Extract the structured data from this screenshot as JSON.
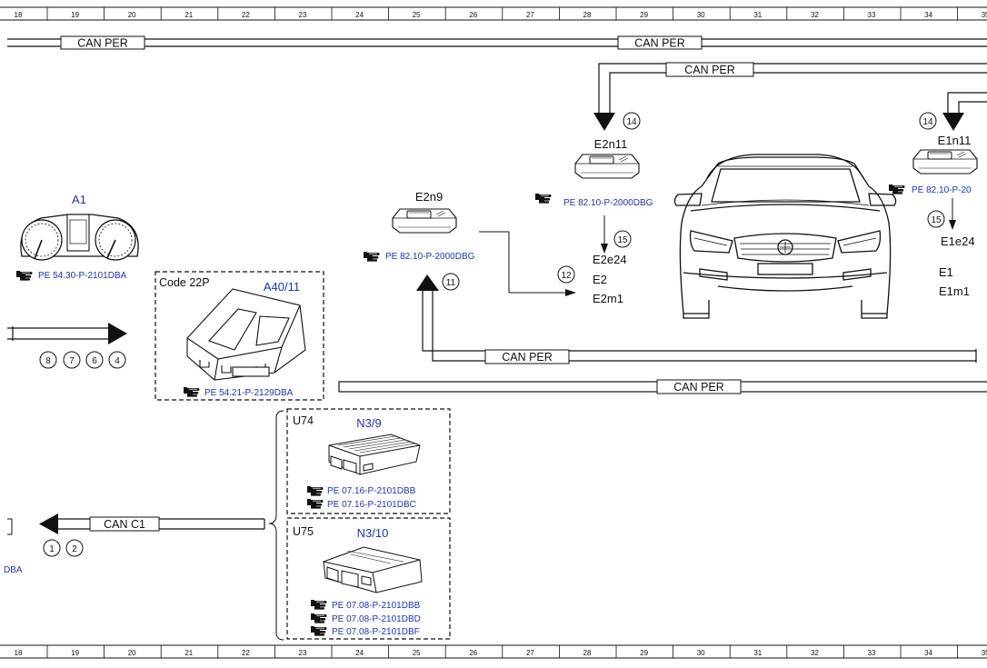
{
  "ruler": {
    "columns": [
      "18",
      "19",
      "20",
      "21",
      "22",
      "23",
      "24",
      "25",
      "26",
      "27",
      "28",
      "29",
      "30",
      "31",
      "32",
      "33",
      "34",
      "35"
    ],
    "top_extra": "3"
  },
  "bus_labels": {
    "can_per_top_left": "CAN PER",
    "can_per_top_mid": "CAN PER",
    "can_per_upper_right": "CAN PER",
    "can_per_mid": "CAN PER",
    "can_per_lower": "CAN PER",
    "can_c1": "CAN C1"
  },
  "instrument_cluster": {
    "code": "A1",
    "ref": "PE 54.30-P-2101DBA",
    "circles": [
      "8",
      "7",
      "6",
      "4"
    ]
  },
  "code22p_box": {
    "label": "Code 22P",
    "code": "A40/11",
    "ref": "PE 54.21-P-2129DBA"
  },
  "e2n9": {
    "code": "E2n9",
    "ref": "PE 82.10-P-2000DBG",
    "circle": "11",
    "out_circle": "12",
    "outputs": [
      "E2",
      "E2m1"
    ]
  },
  "e2n11": {
    "code": "E2n11",
    "ref": "PE 82.10-P-2000DBG",
    "circle": "14",
    "out_circle": "15",
    "output": "E2e24"
  },
  "e1n11": {
    "code": "E1n11",
    "ref": "PE 82.10-P-20",
    "circle": "14",
    "out_circle": "15",
    "output": "E1e24",
    "outputs": [
      "E1",
      "E1m1"
    ]
  },
  "n3_9": {
    "variant": "U74",
    "code": "N3/9",
    "refs": [
      "PE 07.16-P-2101DBB",
      "PE 07.16-P-2101DBC"
    ]
  },
  "n3_10": {
    "variant": "U75",
    "code": "N3/10",
    "refs": [
      "PE 07.08-P-2101DBB",
      "PE 07.08-P-2101DBD",
      "PE 07.08-P-2101DBF"
    ]
  },
  "can_c1_circles": [
    "1",
    "2"
  ],
  "left_cut_ref": "DBA",
  "colors": {
    "link_blue": "#1a33c8",
    "line": "#111111"
  }
}
